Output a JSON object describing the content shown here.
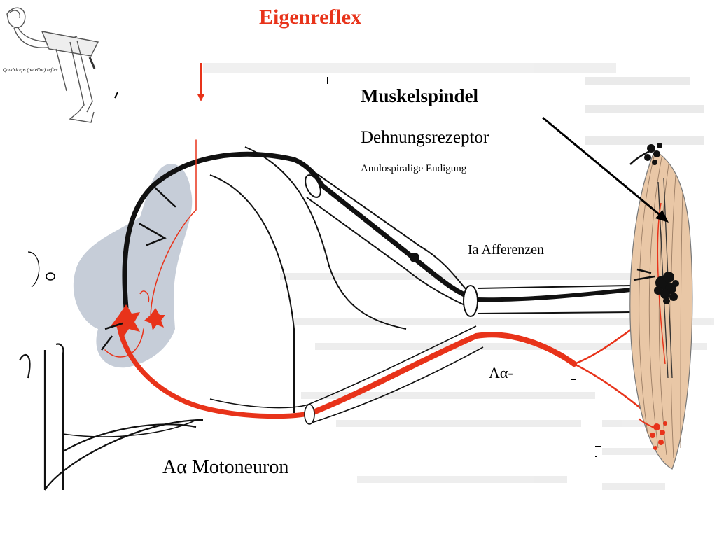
{
  "title": "Eigenreflex",
  "labels": {
    "muskelspindel": "Muskelspindel",
    "dehnungsrezeptor": "Dehnungsrezeptor",
    "anulospiralige": "Anulospiralige Endigung",
    "ia_afferenzen": "Ia Afferenzen",
    "a_alpha": "Aα-",
    "motoneuron": "Aα Motoneuron"
  },
  "inset": {
    "caption": "Quadriceps (patellar) reflex"
  },
  "colors": {
    "title": "#e8331a",
    "efferent": "#e8331a",
    "afferent": "#111111",
    "gray_matter": "#c6cdd8",
    "muscle": "#e9c7a6"
  }
}
